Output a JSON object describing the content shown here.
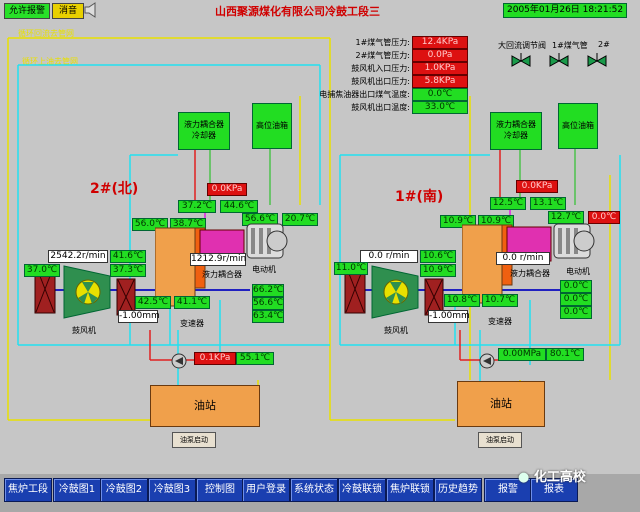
{
  "header": {
    "title": "山西聚源煤化有限公司冷鼓工段三",
    "datetime": "2005年01月26日 18:21:52",
    "allow_alarm_label": "允许报警",
    "mute_label": "消音",
    "recycle_label_1": "循环回流去管网",
    "recycle_label_2": "循环上油去管网"
  },
  "status_panel": {
    "rows": [
      {
        "label": "1#煤气管压力:",
        "value": "12.4KPa",
        "color": "red"
      },
      {
        "label": "2#煤气管压力:",
        "value": "0.0Pa",
        "color": "red"
      },
      {
        "label": "鼓风机入口压力:",
        "value": "1.0KPa",
        "color": "red"
      },
      {
        "label": "鼓风机出口压力:",
        "value": "5.8KPa",
        "color": "red"
      },
      {
        "label": "电捕焦油器出口煤气温度:",
        "value": "0.0℃",
        "color": "green"
      },
      {
        "label": "鼓风机出口温度:",
        "value": "33.0℃",
        "color": "green"
      }
    ],
    "valve_labels": [
      "大回流调节阀",
      "1#煤气管",
      "2#"
    ]
  },
  "unit2": {
    "title": "2#(北)",
    "cooler_label": "液力耦合器冷却器",
    "tank_label": "高位油箱",
    "speed1": "2542.2r/min",
    "speed2": "1212.9r/min",
    "coupler_label": "液力耦合器",
    "motor_label": "电动机",
    "fan_label": "鼓风机",
    "gearbox_label": "变速器",
    "values": {
      "top_red": "0.0KPa",
      "t1": "37.2℃",
      "t2": "44.6℃",
      "t3": "56.0℃",
      "t4": "38.7℃",
      "t5": "56.6℃",
      "t6": "20.7℃",
      "t7": "37.0℃",
      "t8": "41.6℃",
      "t9": "37.3℃",
      "t10": "42.5℃",
      "t11": "41.1℃",
      "displacement": "-1.00mm",
      "motor_t1": "66.2℃",
      "motor_t2": "56.6℃",
      "motor_t3": "63.4℃",
      "pump_red": "0.1KPa",
      "pump_green": "55.1℃"
    }
  },
  "unit1": {
    "title": "1#(南)",
    "cooler_label": "液力耦合器冷却器",
    "tank_label": "高位油箱",
    "speed1": "0.0 r/min",
    "speed2": "0.0 r/min",
    "coupler_label": "液力耦合器",
    "motor_label": "电动机",
    "fan_label": "鼓风机",
    "gearbox_label": "变速器",
    "values": {
      "top_red": "0.0KPa",
      "t1": "12.5℃",
      "t2": "13.1℃",
      "t3": "10.9℃",
      "t4": "10.9℃",
      "t5": "12.7℃",
      "t6": "0.0℃",
      "t7": "11.0℃",
      "t8": "10.6℃",
      "t9": "10.9℃",
      "t10": "10.8℃",
      "t11": "10.7℃",
      "displacement": "-1.00mm",
      "motor_t1": "0.0℃",
      "motor_t2": "0.0℃",
      "motor_t3": "0.0℃",
      "pump_green_1": "0.00MPa",
      "pump_green_2": "80.1℃"
    }
  },
  "oil_station": {
    "left_label": "油站",
    "right_label": "油站",
    "pump_start_left": "油泵启动",
    "pump_start_right": "油泵启动"
  },
  "nav": {
    "buttons": [
      "焦炉工段",
      "冷鼓图1",
      "冷鼓图2",
      "冷鼓图3",
      "控制图",
      "用户登录",
      "系统状态",
      "冷鼓联锁",
      "焦炉联锁",
      "历史趋势",
      "报警",
      "报表"
    ]
  },
  "watermark": "化工高校"
}
